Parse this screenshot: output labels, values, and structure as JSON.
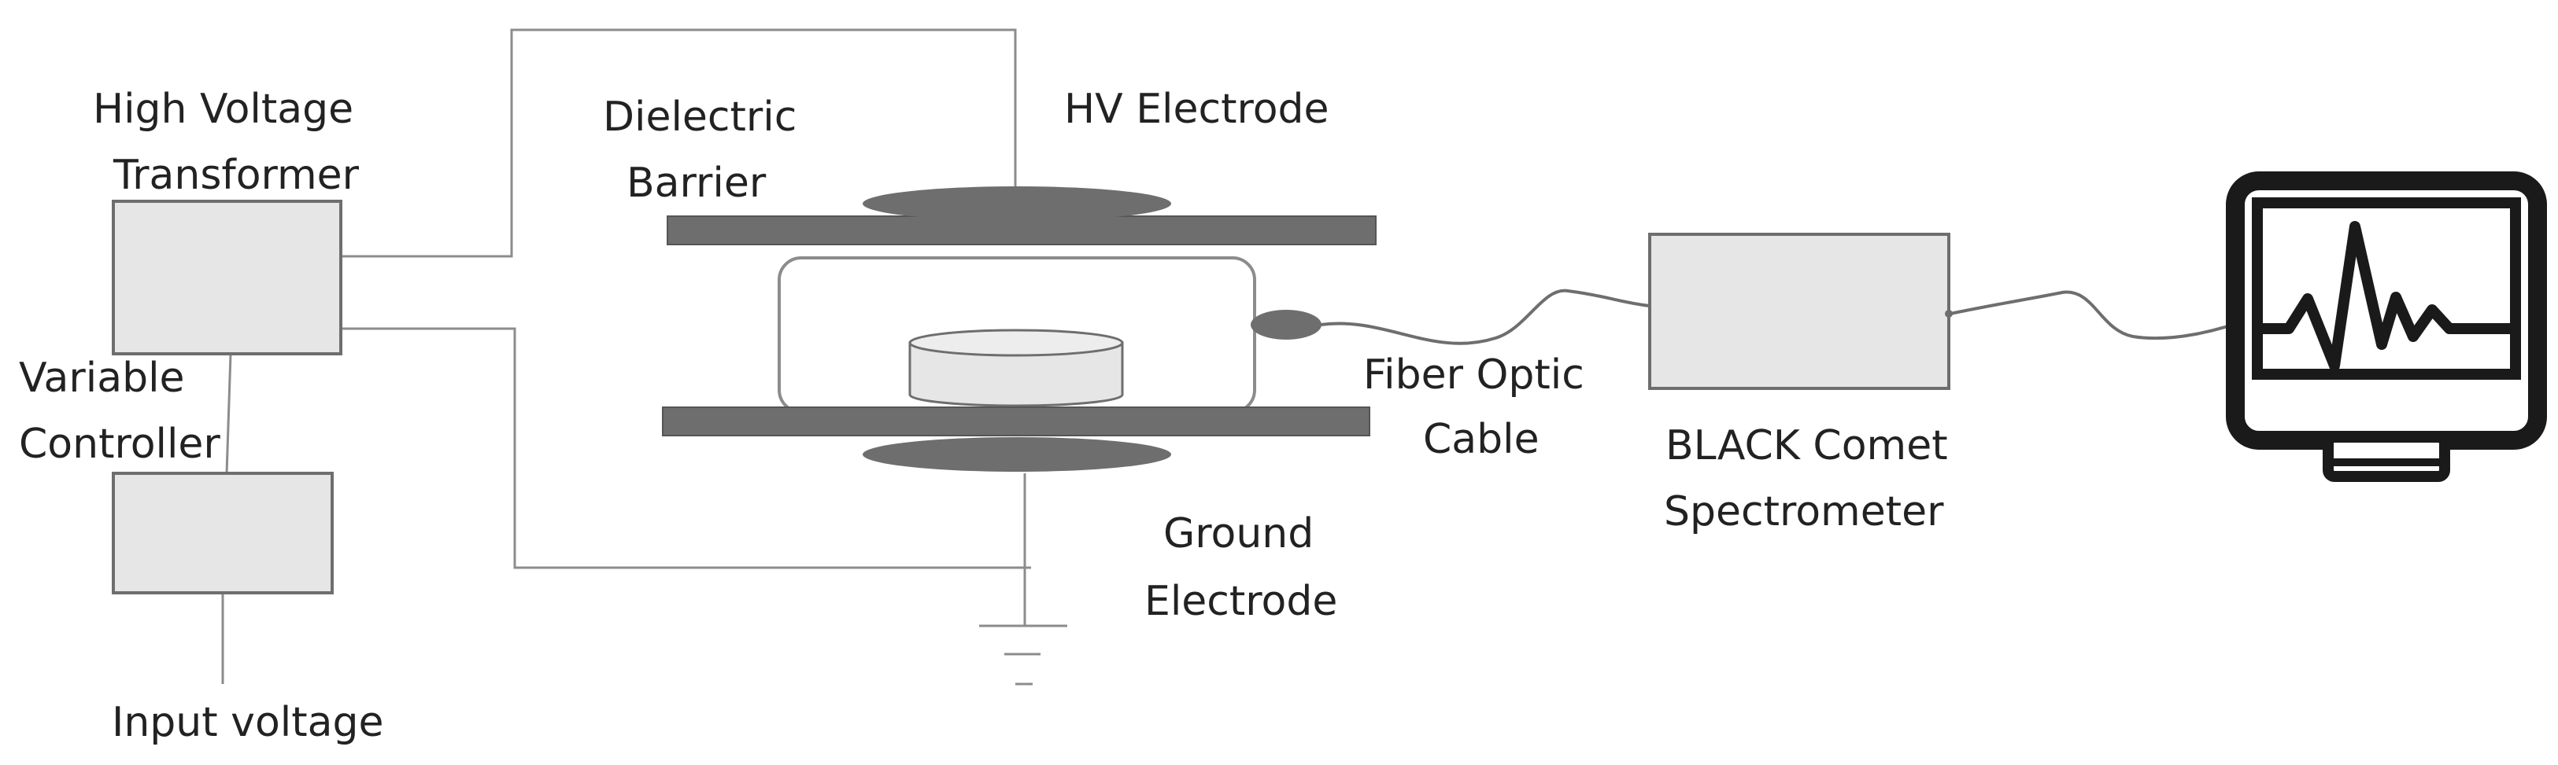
{
  "labels": {
    "hv_transformer_line1": "High Voltage",
    "hv_transformer_line2": "Transformer",
    "variable_controller_line1": "Variable",
    "variable_controller_line2": "Controller",
    "input_voltage": "Input voltage",
    "dielectric_barrier_line1": "Dielectric",
    "dielectric_barrier_line2": "Barrier",
    "hv_electrode": "HV Electrode",
    "ground_electrode_line1": "Ground",
    "ground_electrode_line2": "Electrode",
    "fiber_optic_line1": "Fiber Optic",
    "fiber_optic_line2": "Cable",
    "spectrometer_line1": "BLACK Comet",
    "spectrometer_line2": "Spectrometer"
  },
  "colors": {
    "box_fill": "#e6e6e6",
    "box_stroke": "#6e6e6e",
    "plate_fill": "#6e6e6e",
    "electrode_fill": "#6e6e6e",
    "wire": "#8c8c8c",
    "monitor": "#1a1a1a"
  },
  "icons": {
    "monitor": "monitor-waveform-icon",
    "ground": "ground-symbol-icon"
  }
}
